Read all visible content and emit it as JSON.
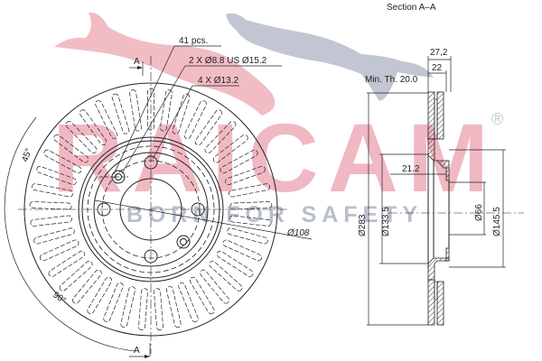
{
  "watermark": {
    "brand": "RAICAM",
    "registered": "®",
    "tagline": "BORN FOR SAFETY",
    "brand_color": "#f0b8c2",
    "tagline_color": "#b9bfcc",
    "cat_pink": "#f2bcc5",
    "cat_gray": "#c2c6d2"
  },
  "front_view": {
    "section_marker_top": "A",
    "section_marker_bottom": "A",
    "angle_45": "45°",
    "angle_90": "90°",
    "callouts": {
      "vents": "41 pcs.",
      "holes_small": "2 X Ø8.8 US Ø15.2",
      "holes_bolt": "4 X Ø13.2",
      "pcd": "Ø108"
    }
  },
  "section_view": {
    "title": "Section A–A",
    "dims": {
      "total_thickness": "27,2",
      "disc_thickness": "22",
      "min_thickness": "Min. Th. 20.0",
      "hat_depth": "21.2",
      "outer_diameter": "Ø283",
      "hat_outer_diameter": "Ø133.5",
      "center_bore": "Ø66",
      "hat_diameter": "Ø145.5"
    }
  }
}
